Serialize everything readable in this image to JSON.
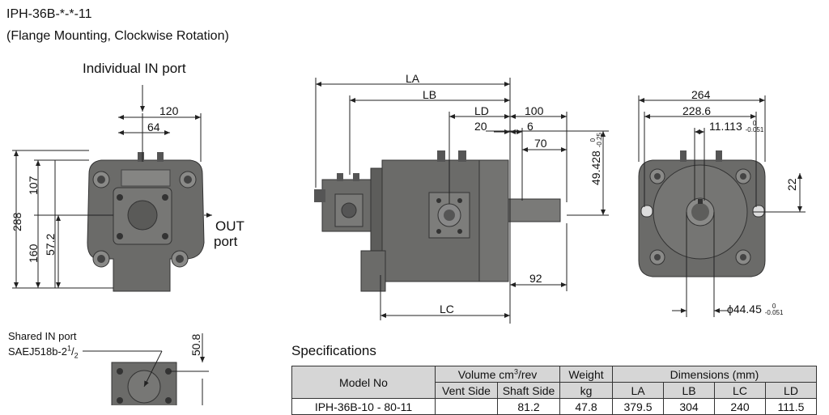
{
  "header": {
    "model_code": "IPH-36B-*-*-11",
    "description": "(Flange Mounting, Clockwise Rotation)"
  },
  "front_view": {
    "individual_in_port": "Individual IN port",
    "out_port_line1": "OUT",
    "out_port_line2": "port",
    "dims": {
      "d120": "120",
      "d64": "64",
      "d288": "288",
      "d107": "107",
      "d160": "160",
      "d57_2": "57.2"
    }
  },
  "side_view": {
    "dims": {
      "la": "LA",
      "lb": "LB",
      "ld": "LD",
      "d100": "100",
      "d20": "20",
      "d6": "6",
      "d70": "70",
      "d92": "92",
      "lc": "LC",
      "shaft_height": "49.428",
      "shaft_tol_upper": "0",
      "shaft_tol_lower": "-0.25"
    }
  },
  "rear_view": {
    "dims": {
      "d264": "264",
      "d228_6": "228.6",
      "key_width": "11.113",
      "key_tol_upper": "0",
      "key_tol_lower": "-0.051",
      "d22": "22",
      "shaft_dia": "ϕ44.45",
      "shaft_dia_tol_upper": "0",
      "shaft_dia_tol_lower": "-0.051"
    }
  },
  "shared_port": {
    "title": "Shared IN port",
    "spec_main": "SAEJ518b-2",
    "spec_fraction_num": "1",
    "spec_fraction_den": "2",
    "dim": "50.8"
  },
  "specifications": {
    "title": "Specifications",
    "headers": {
      "model_no": "Model No",
      "volume_prefix": "Volume cm",
      "volume_sup": "3",
      "volume_suffix": "/rev",
      "weight": "Weight",
      "weight_unit": "kg",
      "dimensions": "Dimensions (mm)",
      "vent_side": "Vent Side",
      "shaft_side": "Shaft Side",
      "la": "LA",
      "lb": "LB",
      "lc": "LC",
      "ld": "LD"
    },
    "rows": [
      {
        "model": "IPH-36B-10 - 80-11",
        "vent": "",
        "shaft": "81.2",
        "weight": "47.8",
        "la": "379.5",
        "lb": "304",
        "lc": "240",
        "ld": "111.5"
      }
    ]
  },
  "colors": {
    "body": "#6b6b69",
    "body_dark": "#4e4e4c",
    "line": "#222222"
  }
}
